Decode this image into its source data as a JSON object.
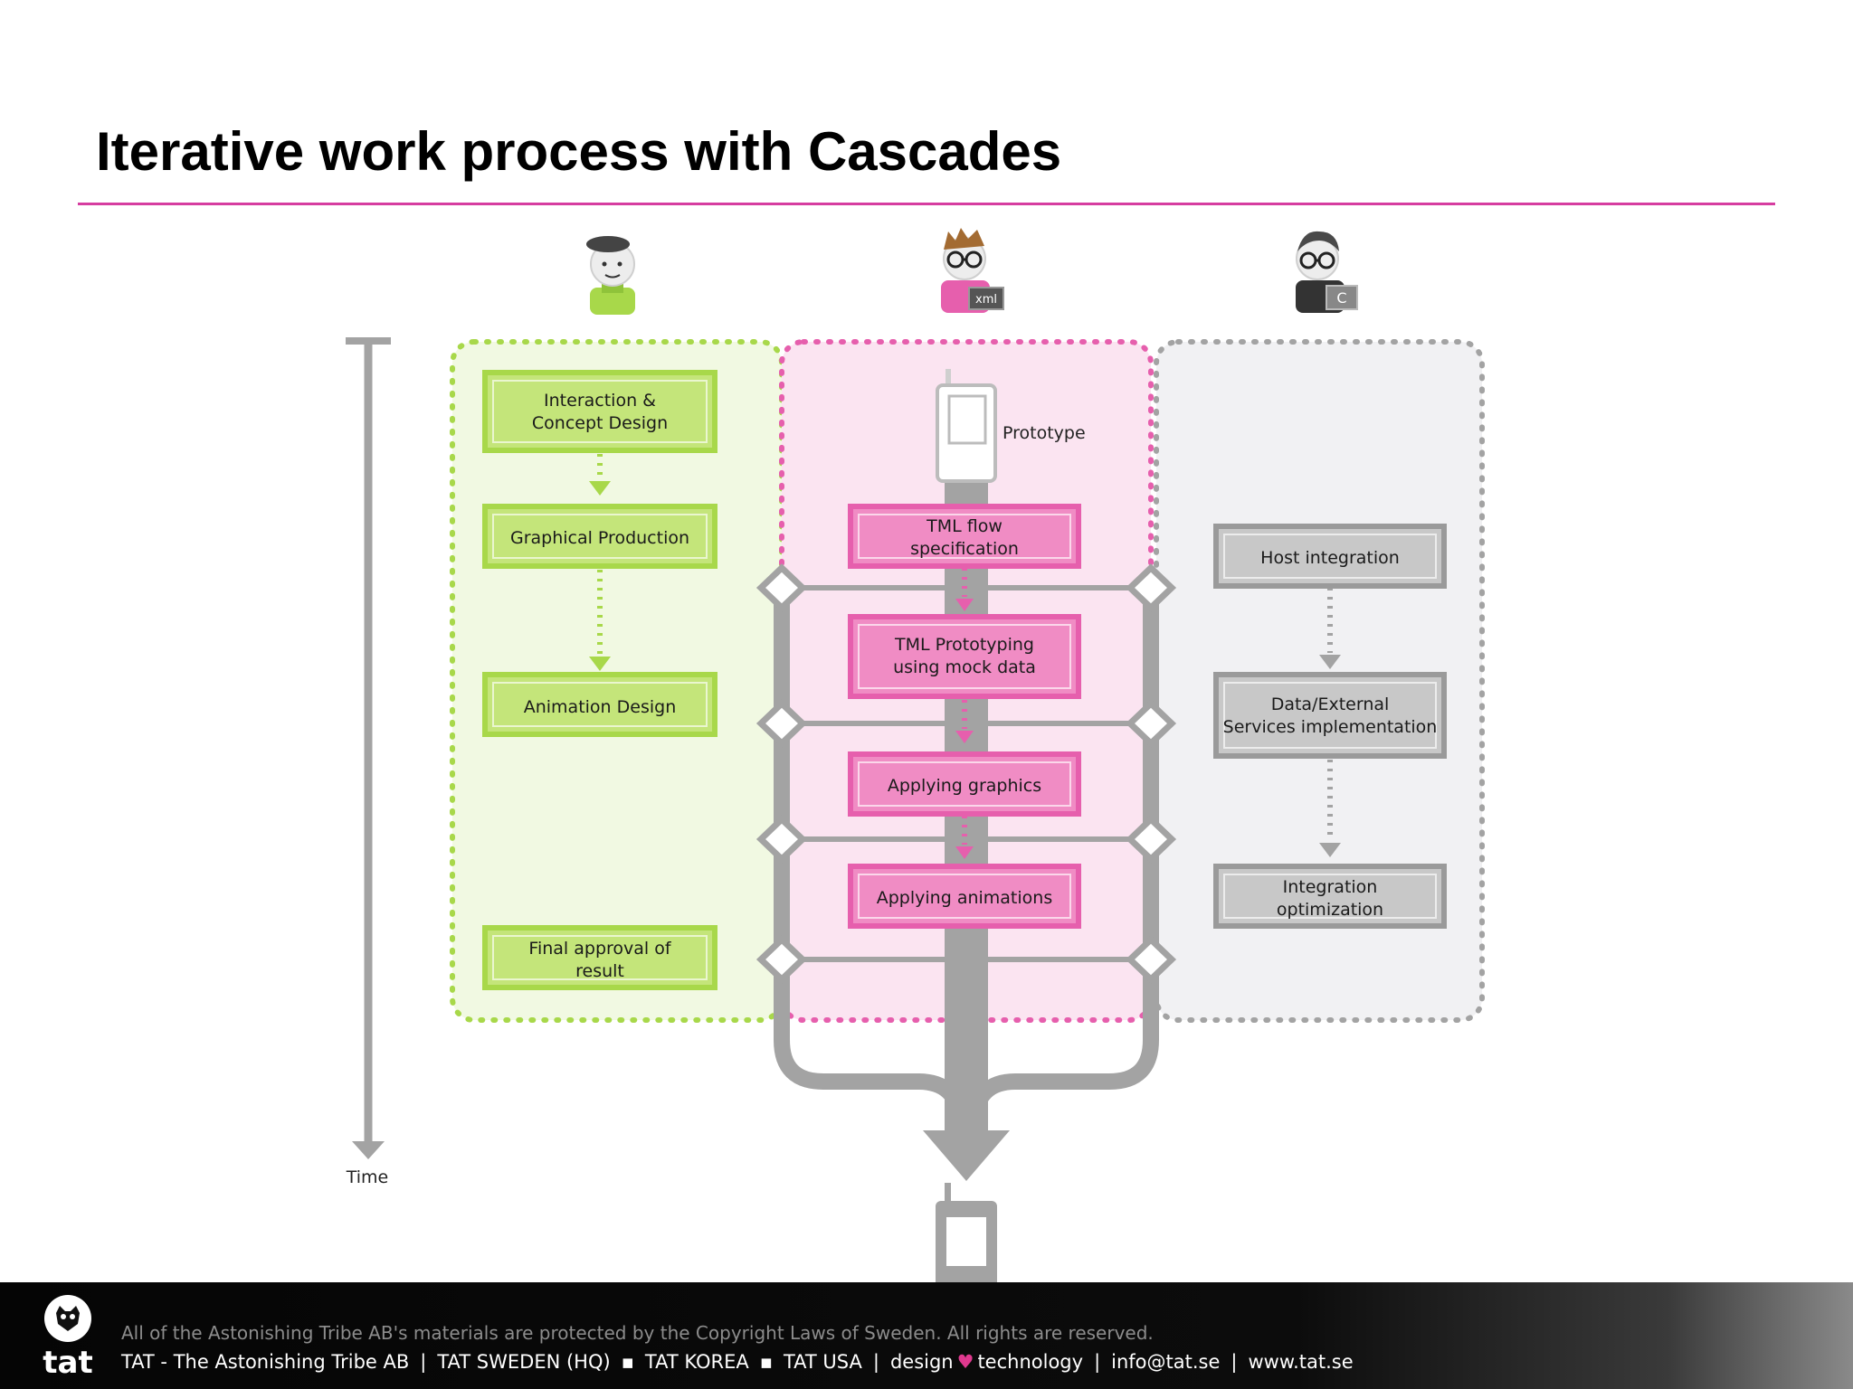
{
  "title": "Iterative work process with Cascades",
  "time_label": "Time",
  "prototype_label": "Prototype",
  "avatar_badges": {
    "xml": "xml",
    "c": "C"
  },
  "design_column": {
    "color": "#a8d84a",
    "steps": [
      "Interaction & Concept Design",
      "Graphical Production",
      "Animation Design",
      "Final approval of result"
    ]
  },
  "tml_column": {
    "color": "#e65fad",
    "steps": [
      "TML flow specification",
      "TML Prototyping using mock data",
      "Applying graphics",
      "Applying animations"
    ]
  },
  "integration_column": {
    "color": "#9a9a9a",
    "steps": [
      "Host integration",
      "Data/External Services implementation",
      "Integration optimization"
    ]
  },
  "footer": {
    "logo_text": "tat",
    "copyright": "All of the Astonishing Tribe AB's materials are protected by the Copyright Laws of Sweden. All rights are reserved.",
    "company": "TAT - The Astonishing Tribe AB",
    "office_hq": "TAT SWEDEN (HQ)",
    "office_korea": "TAT KOREA",
    "office_usa": "TAT USA",
    "slogan_left": "design",
    "slogan_right": "technology",
    "email": "info@tat.se",
    "website": "www.tat.se"
  }
}
